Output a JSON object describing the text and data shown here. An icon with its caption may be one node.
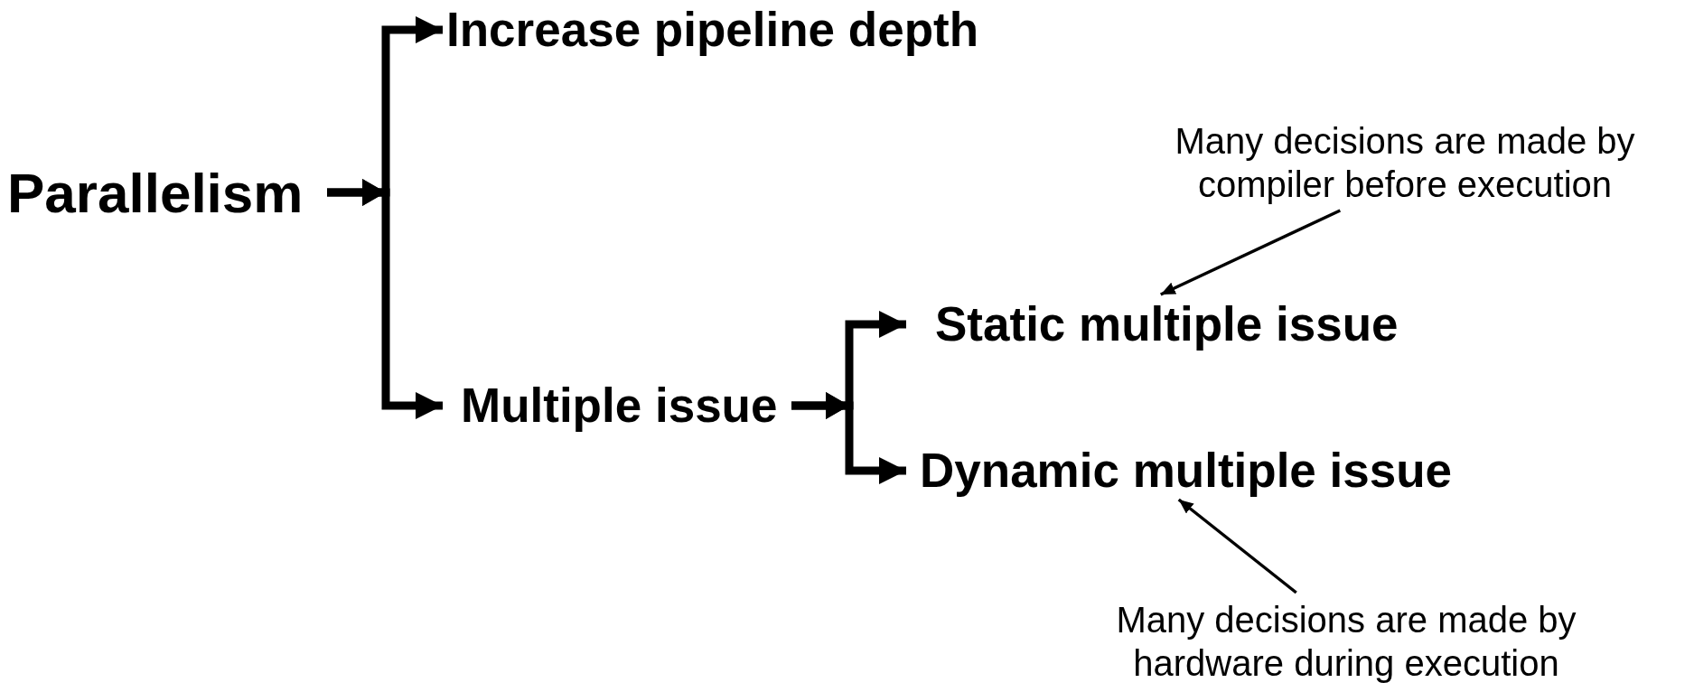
{
  "diagram": {
    "nodes": [
      {
        "text": [
          "Parallelism"
        ]
      },
      {
        "text": [
          "Increase pipeline depth"
        ]
      },
      {
        "text": [
          "Multiple issue"
        ]
      },
      {
        "text": [
          "Static multiple issue"
        ]
      },
      {
        "text": [
          "Dynamic multiple issue"
        ]
      },
      {
        "text": [
          "Many decisions are made by compiler before execution"
        ]
      },
      {
        "text": [
          "Many decisions are made by hardware during execution"
        ]
      }
    ],
    "edges": [
      {
        "from": 0,
        "to": 1,
        "arrow": "to"
      },
      {
        "from": 0,
        "to": 2,
        "arrow": "to"
      },
      {
        "from": 2,
        "to": 3,
        "arrow": "to"
      },
      {
        "from": 2,
        "to": 4,
        "arrow": "to"
      },
      {
        "from": 5,
        "to": 3,
        "arrow": "to"
      },
      {
        "from": 6,
        "to": 4,
        "arrow": "to"
      }
    ]
  }
}
